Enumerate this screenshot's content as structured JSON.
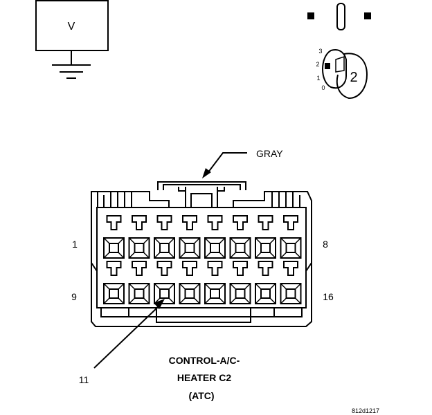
{
  "voltmeter": {
    "label": "V",
    "icon": "ground-icon"
  },
  "key_symbol": {
    "positions": [
      "3",
      "2",
      "1",
      "0"
    ],
    "key_label": "2"
  },
  "connector": {
    "color_label": "GRAY",
    "pin_labels": {
      "top_left": "1",
      "top_right": "8",
      "bottom_left": "9",
      "bottom_right": "16"
    },
    "callout_pin": "11",
    "title_lines": [
      "CONTROL-A/C-",
      "HEATER C2",
      "(ATC)"
    ]
  },
  "figure_id": "812d1217"
}
